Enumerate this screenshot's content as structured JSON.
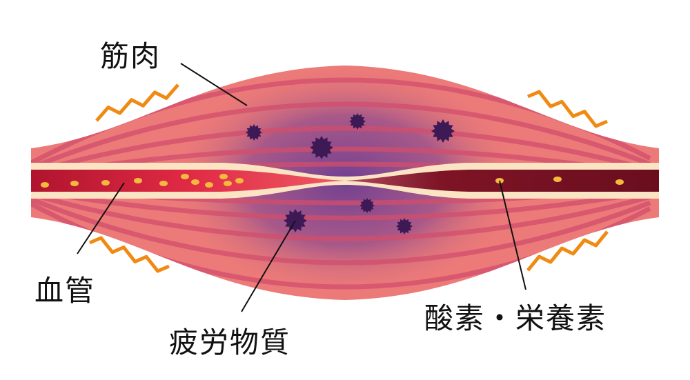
{
  "labels": {
    "muscle": "筋肉",
    "blood_vessel": "血管",
    "fatigue_substance": "疲労物質",
    "oxygen_nutrients": "酸素・栄養素"
  },
  "colors": {
    "muscle": "#ec7a78",
    "muscle_fiber": "#d24e6c",
    "fatigue_glow": "#7a4590",
    "fatigue_particle": "#3d1a55",
    "vessel_wall": "#fbe4c4",
    "blood_oxygenated": "#d81e3c",
    "blood_deoxygenated": "#7e1426",
    "nutrient": "#f3b93e",
    "vibration": "#f08a12"
  }
}
